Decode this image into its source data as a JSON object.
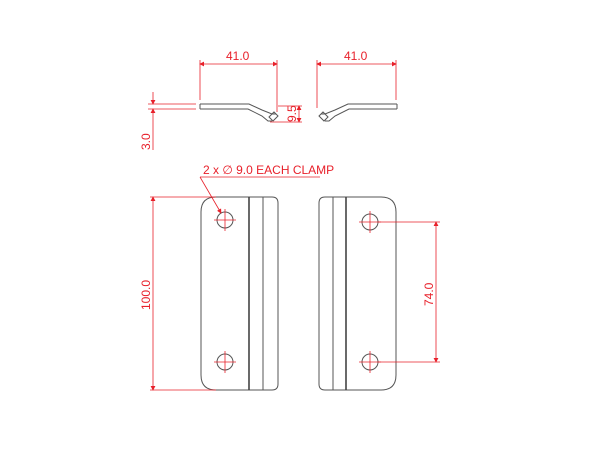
{
  "drawing": {
    "title": "Clamp technical drawing",
    "colors": {
      "dimension": "#e8202a",
      "outline": "#555555",
      "background": "#ffffff"
    },
    "side_views": {
      "left_width": "41.0",
      "right_width": "41.0",
      "height": "9.5",
      "thickness": "3.0"
    },
    "front_views": {
      "hole_callout": "2 x ∅ 9.0 EACH CLAMP",
      "overall_height": "100.0",
      "hole_spacing": "74.0"
    }
  }
}
